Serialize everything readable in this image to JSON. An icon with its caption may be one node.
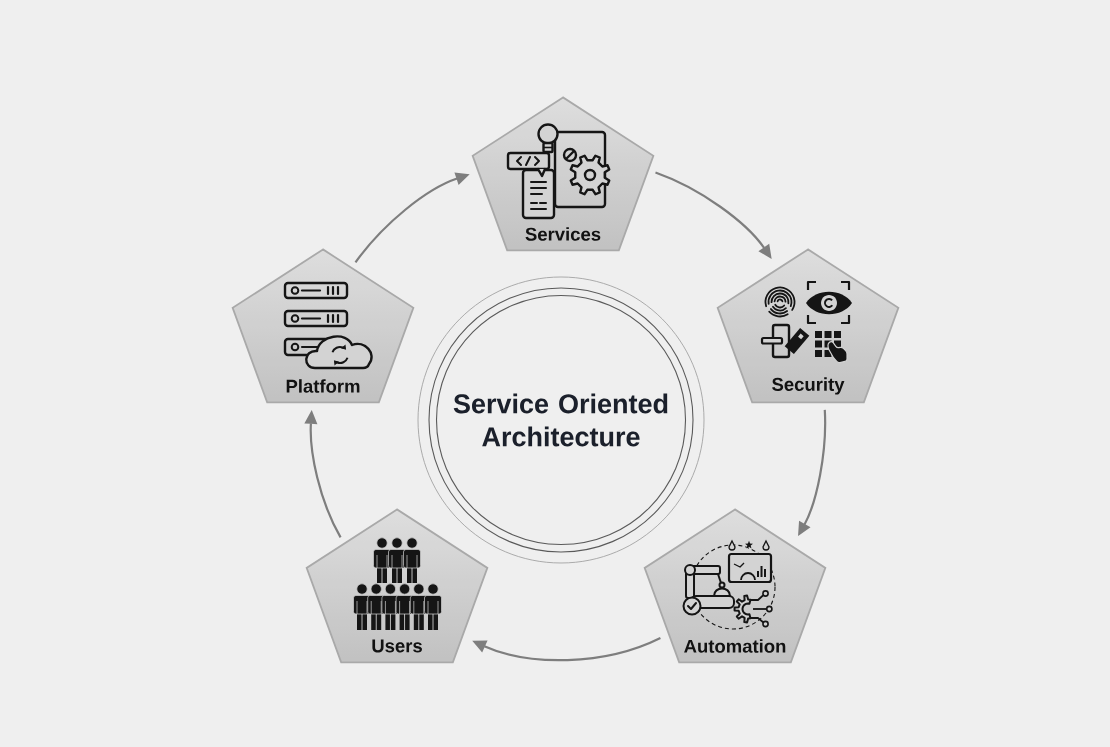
{
  "diagram": {
    "nodes": [
      {
        "text": [
          "Services"
        ]
      },
      {
        "text": [
          "Security"
        ]
      },
      {
        "text": [
          "Automation"
        ]
      },
      {
        "text": [
          "Users"
        ]
      },
      {
        "text": [
          "Platform"
        ]
      },
      {
        "text": [
          "Service Oriented Architecture"
        ]
      }
    ],
    "edges": [
      {
        "from": 0,
        "to": 1,
        "arrow": "to"
      },
      {
        "from": 1,
        "to": 2,
        "arrow": "to"
      },
      {
        "from": 2,
        "to": 3,
        "arrow": "to"
      },
      {
        "from": 3,
        "to": 4,
        "arrow": "to"
      },
      {
        "from": 4,
        "to": 0,
        "arrow": "to"
      }
    ]
  }
}
